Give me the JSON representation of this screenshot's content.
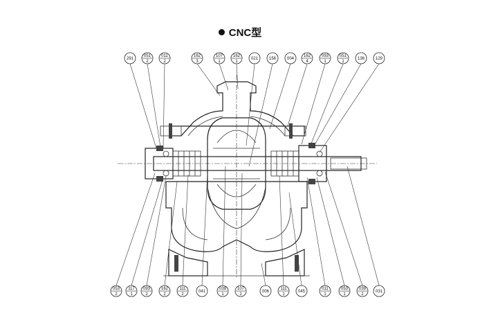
{
  "title": "CNC型",
  "callouts_top": [
    {
      "code": "291",
      "qty": ""
    },
    {
      "code": "051",
      "qty": "2"
    },
    {
      "code": "011",
      "qty": "2"
    },
    {
      "code": "162",
      "qty": "3"
    },
    {
      "code": "107",
      "qty": "1"
    },
    {
      "code": "162",
      "qty": "1"
    },
    {
      "code": "021",
      "qty": ""
    },
    {
      "code": "156",
      "qty": ""
    },
    {
      "code": "004",
      "qty": ""
    },
    {
      "code": "162",
      "qty": "4"
    },
    {
      "code": "093",
      "qty": "1"
    },
    {
      "code": "051",
      "qty": "1"
    },
    {
      "code": "136",
      "qty": ""
    },
    {
      "code": "129",
      "qty": ""
    }
  ],
  "callouts_bottom": [
    {
      "code": "053",
      "qty": "2"
    },
    {
      "code": "117",
      "qty": "1"
    },
    {
      "code": "093",
      "qty": "2"
    },
    {
      "code": "162",
      "qty": "2"
    },
    {
      "code": "111",
      "qty": "2"
    },
    {
      "code": "041",
      "qty": ""
    },
    {
      "code": "039",
      "qty": "1"
    },
    {
      "code": "107",
      "qty": "2"
    },
    {
      "code": "006",
      "qty": ""
    },
    {
      "code": "111",
      "qty": "1"
    },
    {
      "code": "045",
      "qty": ""
    },
    {
      "code": "011",
      "qty": "1"
    },
    {
      "code": "053",
      "qty": "1"
    },
    {
      "code": "039",
      "qty": "2"
    },
    {
      "code": "031",
      "qty": ""
    }
  ]
}
